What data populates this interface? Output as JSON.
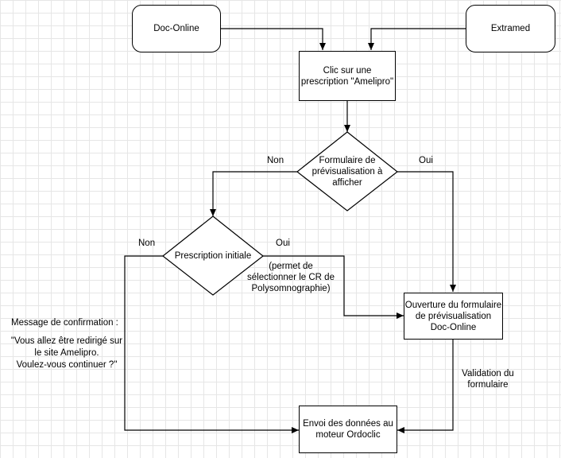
{
  "nodes": {
    "doc_online": "Doc-Online",
    "extramed": "Extramed",
    "clic_prescription": "Clic sur une\nprescription \"Amelipro\"",
    "formulaire_decision": "Formulaire de\nprévisualisation à\nafficher",
    "prescription_decision": "Prescription initiale",
    "ouverture_formulaire": "Ouverture du formulaire\nde prévisualisation\nDoc-Online",
    "envoi_donnees": "Envoi des données au\nmoteur Ordoclic"
  },
  "labels": {
    "non_formulaire": "Non",
    "oui_formulaire": "Oui",
    "non_prescription": "Non",
    "oui_prescription": "Oui",
    "permet_note": "(permet de\nsélectionner le CR de\nPolysomnographie)",
    "validation": "Validation du\nformulaire",
    "message_title": "Message de confirmation :",
    "message_body": "\"Vous allez être redirigé sur\nle site Amelipro.\nVoulez-vous continuer ?\""
  }
}
